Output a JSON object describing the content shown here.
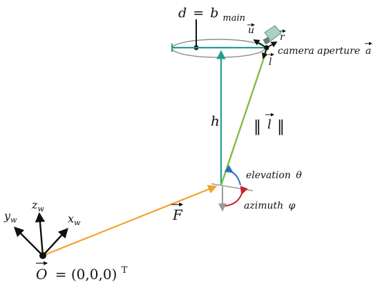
{
  "colors": {
    "teal": "#1f9e8f",
    "green": "#7dbf3f",
    "orange": "#f2a12a",
    "blue": "#2f6fb6",
    "red": "#c8242c",
    "gray": "#9a9a9a",
    "ellipse": "#8f8f8f",
    "camera": "#a9d0c3",
    "black": "#111111"
  },
  "labels": {
    "d_main": {
      "lhs": "d",
      "eq": "=",
      "b": "b",
      "sub": "main"
    },
    "u_vec": "u",
    "r_vec": "r",
    "l_vec": "l",
    "camera_aperture": "camera aperture",
    "a_vec": "a",
    "h": "h",
    "norm_l": {
      "bars": "‖",
      "l": "l"
    },
    "elevation": {
      "text": "elevation",
      "symbol": "θ"
    },
    "azimuth": {
      "text": "azimuth",
      "symbol": "φ"
    },
    "F_vec": "F",
    "origin": {
      "O": "O",
      "eq": "= (0,0,0)",
      "sup": "T"
    },
    "axes": {
      "y": {
        "base": "y",
        "sub": "w"
      },
      "z": {
        "base": "z",
        "sub": "w"
      },
      "x": {
        "base": "x",
        "sub": "w"
      }
    }
  }
}
